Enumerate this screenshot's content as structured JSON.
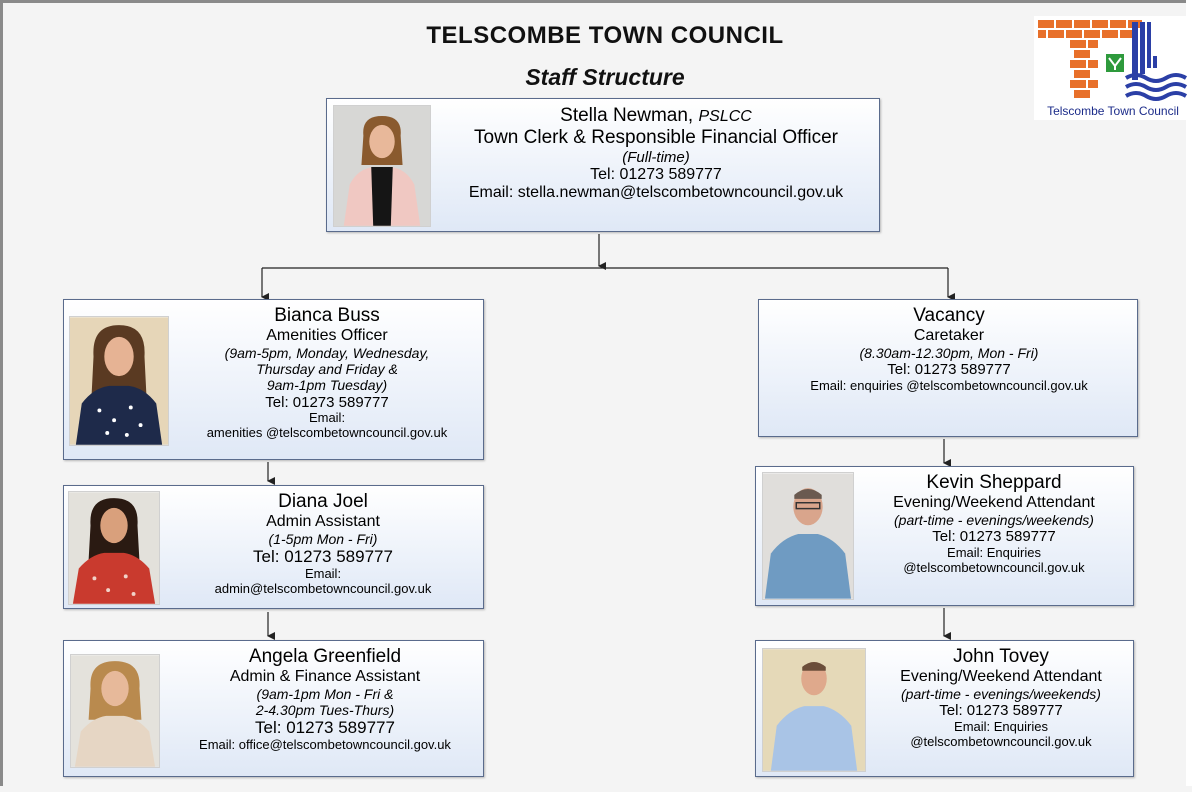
{
  "header": {
    "title": "TELSCOMBE TOWN COUNCIL",
    "subtitle": "Staff Structure",
    "logo_text": "Telscombe Town Council"
  },
  "colors": {
    "logo_orange": "#e8702a",
    "logo_blue": "#2b3fa6",
    "logo_green": "#2e9a3c",
    "card_border": "#5a6b8c"
  },
  "staff": {
    "clerk": {
      "name": "Stella Newman,",
      "postnominal": "PSLCC",
      "role": "Town Clerk & Responsible Financial Officer",
      "hours": "(Full-time)",
      "tel": "Tel: 01273 589777",
      "email": "Email: stella.newman@telscombetowncouncil.gov.uk"
    },
    "amenities": {
      "name": "Bianca Buss",
      "role": "Amenities Officer",
      "hours_1": "(9am-5pm, Monday, Wednesday,",
      "hours_2": "Thursday and Friday &",
      "hours_3": "9am-1pm Tuesday)",
      "tel": "Tel: 01273 589777",
      "email_1": "Email:",
      "email_2": "amenities @telscombetowncouncil.gov.uk"
    },
    "admin": {
      "name": "Diana Joel",
      "role": "Admin Assistant",
      "hours": "(1-5pm Mon - Fri)",
      "tel": "Tel: 01273 589777",
      "email_1": "Email:",
      "email_2": "admin@telscombetowncouncil.gov.uk"
    },
    "finance": {
      "name": "Angela Greenfield",
      "role": "Admin & Finance Assistant",
      "hours_1": "(9am-1pm Mon - Fri &",
      "hours_2": "2-4.30pm Tues-Thurs)",
      "tel": "Tel: 01273 589777",
      "email": "Email: office@telscombetowncouncil.gov.uk"
    },
    "caretaker": {
      "name": "Vacancy",
      "role": "Caretaker",
      "hours": "(8.30am-12.30pm, Mon - Fri)",
      "tel": "Tel: 01273 589777",
      "email": "Email: enquiries @telscombetowncouncil.gov.uk"
    },
    "attendant1": {
      "name": "Kevin Sheppard",
      "role": "Evening/Weekend Attendant",
      "hours": "(part-time - evenings/weekends)",
      "tel": "Tel: 01273 589777",
      "email_1": "Email: Enquiries",
      "email_2": "@telscombetowncouncil.gov.uk"
    },
    "attendant2": {
      "name": "John Tovey",
      "role": "Evening/Weekend Attendant",
      "hours": "(part-time - evenings/weekends)",
      "tel": "Tel: 01273 589777",
      "email_1": "Email: Enquiries",
      "email_2": "@telscombetowncouncil.gov.uk"
    }
  }
}
